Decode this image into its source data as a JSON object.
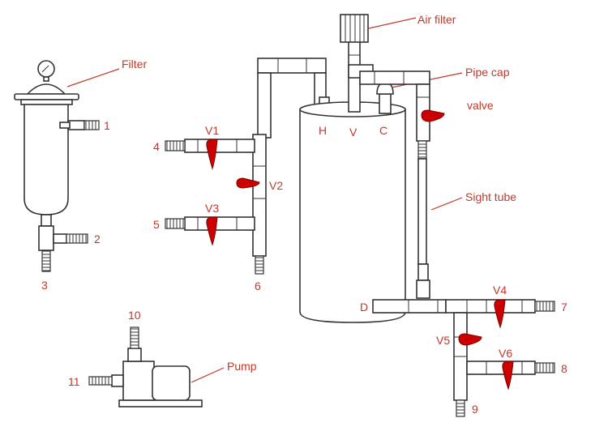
{
  "colors": {
    "stroke": "#333333",
    "label": "#c0392b",
    "valve_handle": "#cc0000",
    "pipe_fill": "#ffffff",
    "background": "#ffffff"
  },
  "labels": {
    "filter": "Filter",
    "air_filter": "Air filter",
    "pipe_cap": "Pipe cap",
    "valve": "valve",
    "sight_tube": "Sight tube",
    "pump": "Pump",
    "port_h": "H",
    "port_v": "V",
    "port_c": "C",
    "port_d": "D",
    "v1": "V1",
    "v2": "V2",
    "v3": "V3",
    "v4": "V4",
    "v5": "V5",
    "v6": "V6",
    "n1": "1",
    "n2": "2",
    "n3": "3",
    "n4": "4",
    "n5": "5",
    "n6": "6",
    "n7": "7",
    "n8": "8",
    "n9": "9",
    "n10": "10",
    "n11": "11"
  },
  "icons": {
    "filter": "filter-housing-icon",
    "air_filter": "air-filter-cap-icon",
    "valve": "ball-valve-icon",
    "barb": "hose-barb-icon",
    "pump": "pump-icon"
  }
}
